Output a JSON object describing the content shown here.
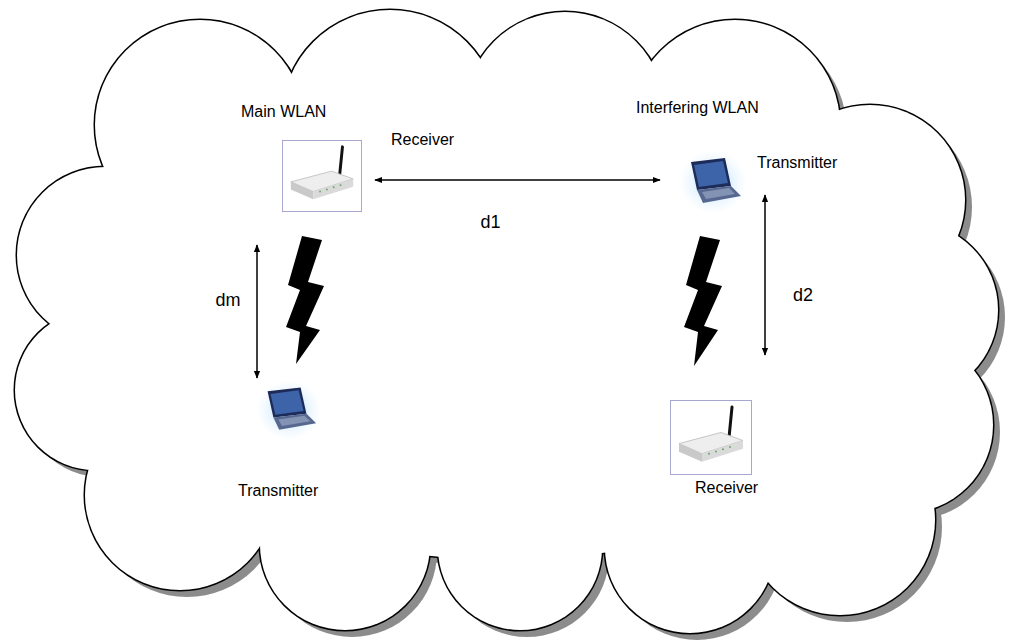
{
  "diagram": {
    "nodes": [
      {
        "text": [
          "Main WLAN",
          "Receiver"
        ]
      },
      {
        "text": [
          "Interfering WLAN",
          "Transmitter"
        ]
      },
      {
        "text": [
          "Transmitter"
        ]
      },
      {
        "text": [
          "Receiver"
        ]
      }
    ],
    "edges": [
      {
        "from": 0,
        "to": 1,
        "arrow": "both",
        "label": "d1"
      },
      {
        "from": 0,
        "to": 2,
        "arrow": "both",
        "label": "dm"
      },
      {
        "from": 1,
        "to": 3,
        "arrow": "both",
        "label": "d2"
      }
    ]
  }
}
